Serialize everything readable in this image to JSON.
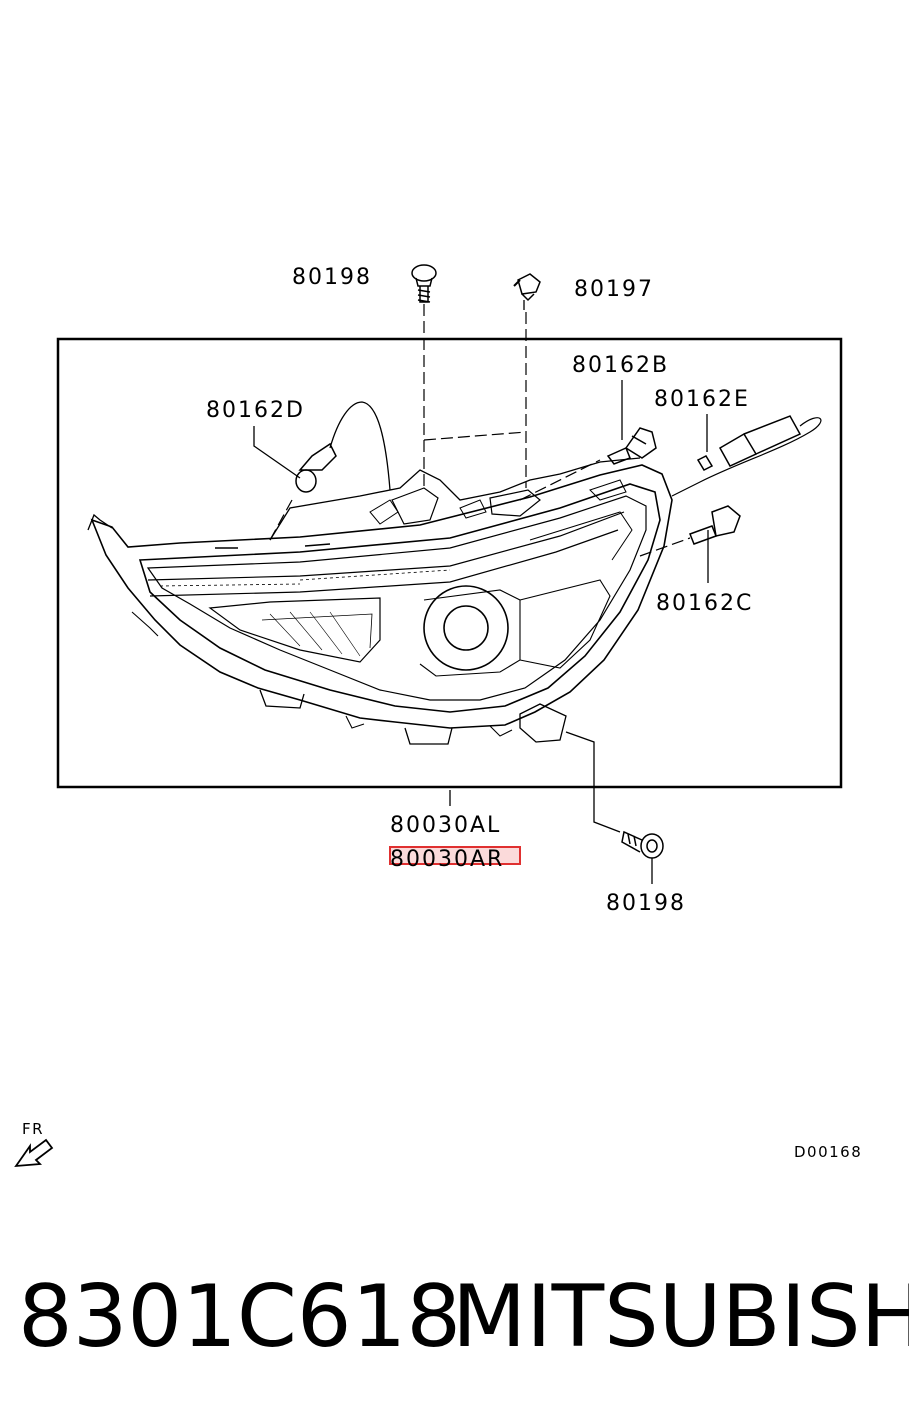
{
  "diagram": {
    "callouts": {
      "bolt_top": "80198",
      "clip_top": "80197",
      "bulb_b": "80162B",
      "bulb_d": "80162D",
      "bulb_e": "80162E",
      "bulb_c": "80162C",
      "assembly_left": "80030AL",
      "assembly_right": "80030AR",
      "bolt_bottom": "80198"
    },
    "highlight_color": "#e03030",
    "direction_label": "FR",
    "figure_code": "D00168"
  },
  "footer": {
    "part_number": "8301C618",
    "brand": "MITSUBISHI"
  }
}
